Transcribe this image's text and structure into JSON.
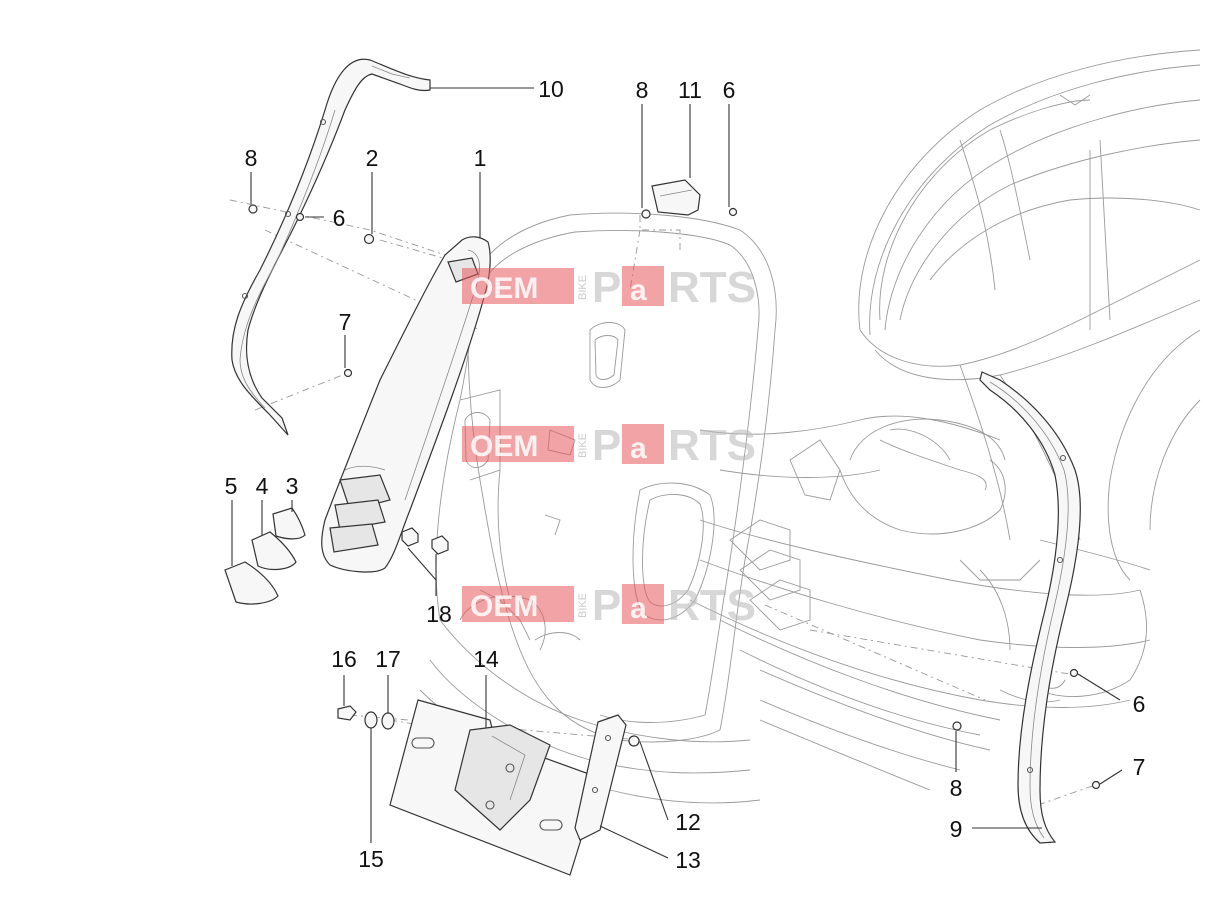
{
  "diagram": {
    "callouts": [
      {
        "id": "c1",
        "label": "1"
      },
      {
        "id": "c2",
        "label": "2"
      },
      {
        "id": "c3",
        "label": "3"
      },
      {
        "id": "c4",
        "label": "4"
      },
      {
        "id": "c5",
        "label": "5"
      },
      {
        "id": "c6a",
        "label": "6"
      },
      {
        "id": "c6b",
        "label": "6"
      },
      {
        "id": "c6c",
        "label": "6"
      },
      {
        "id": "c7a",
        "label": "7"
      },
      {
        "id": "c7b",
        "label": "7"
      },
      {
        "id": "c8a",
        "label": "8"
      },
      {
        "id": "c8b",
        "label": "8"
      },
      {
        "id": "c8c",
        "label": "8"
      },
      {
        "id": "c9",
        "label": "9"
      },
      {
        "id": "c10",
        "label": "10"
      },
      {
        "id": "c11",
        "label": "11"
      },
      {
        "id": "c12",
        "label": "12"
      },
      {
        "id": "c13",
        "label": "13"
      },
      {
        "id": "c14",
        "label": "14"
      },
      {
        "id": "c15",
        "label": "15"
      },
      {
        "id": "c16",
        "label": "16"
      },
      {
        "id": "c17",
        "label": "17"
      },
      {
        "id": "c18",
        "label": "18"
      }
    ],
    "watermark": {
      "brand_left": "OEM",
      "brand_mid": "BIKE",
      "brand_right_a": "P",
      "brand_right_b": "a",
      "brand_right_c": "RTS"
    }
  }
}
